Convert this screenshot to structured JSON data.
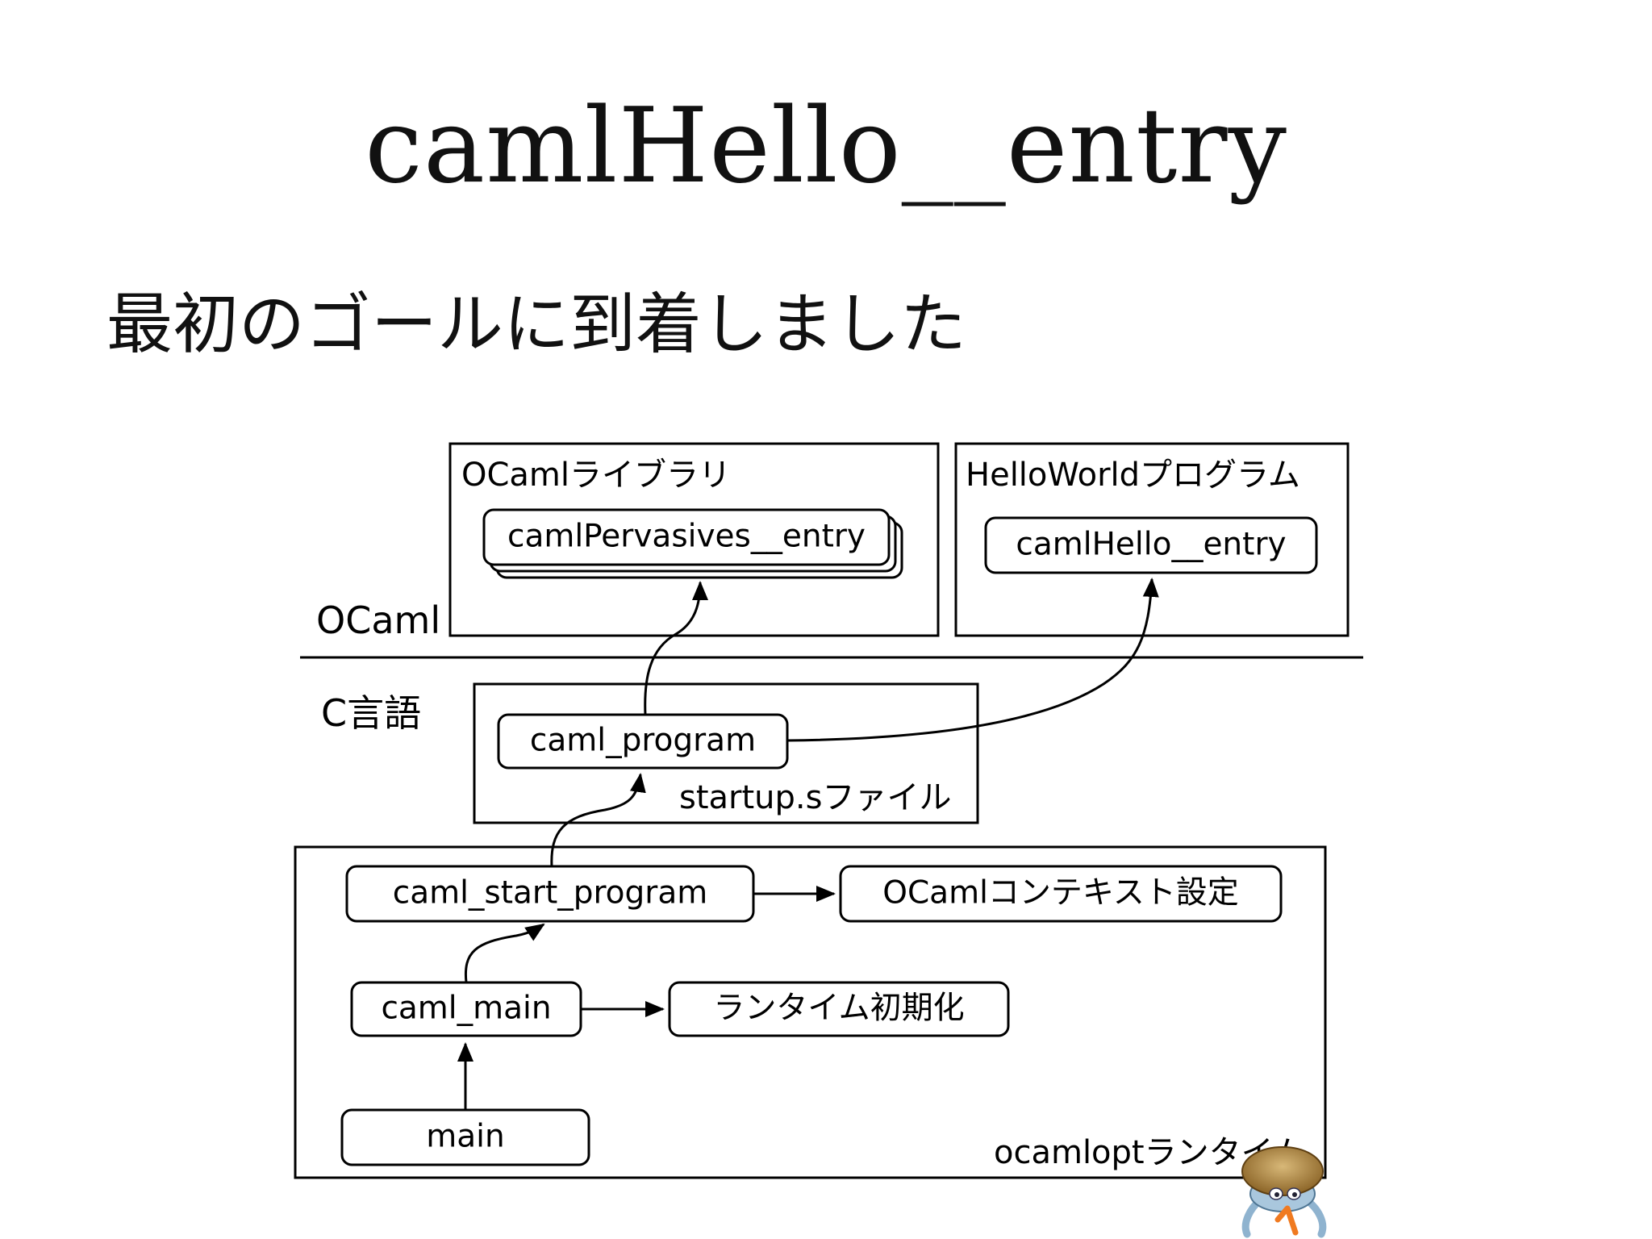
{
  "slide": {
    "title": "camlHello__entry",
    "subtitle": "最初のゴールに到着しました"
  },
  "diagram": {
    "layers": {
      "ocaml": "OCaml",
      "c": "C言語"
    },
    "containers": {
      "ocaml_library": "OCamlライブラリ",
      "hello_world_program": "HelloWorldプログラム",
      "startup_file": "startup.sファイル",
      "ocamlopt_runtime": "ocamloptランタイム"
    },
    "nodes": {
      "caml_pervasives_entry": "camlPervasives__entry",
      "caml_hello_entry": "camlHello__entry",
      "caml_program": "caml_program",
      "caml_start_program": "caml_start_program",
      "ocaml_context_setup": "OCamlコンテキスト設定",
      "caml_main": "caml_main",
      "runtime_init": "ランタイム初期化",
      "main": "main"
    },
    "edges": [
      [
        "main",
        "caml_main"
      ],
      [
        "caml_main",
        "caml_start_program"
      ],
      [
        "caml_main",
        "runtime_init"
      ],
      [
        "caml_start_program",
        "caml_program"
      ],
      [
        "caml_start_program",
        "ocaml_context_setup"
      ],
      [
        "caml_program",
        "caml_pervasives_entry"
      ],
      [
        "caml_program",
        "caml_hello_entry"
      ]
    ]
  },
  "mascot": {
    "icon": "camel-mascot-icon"
  }
}
